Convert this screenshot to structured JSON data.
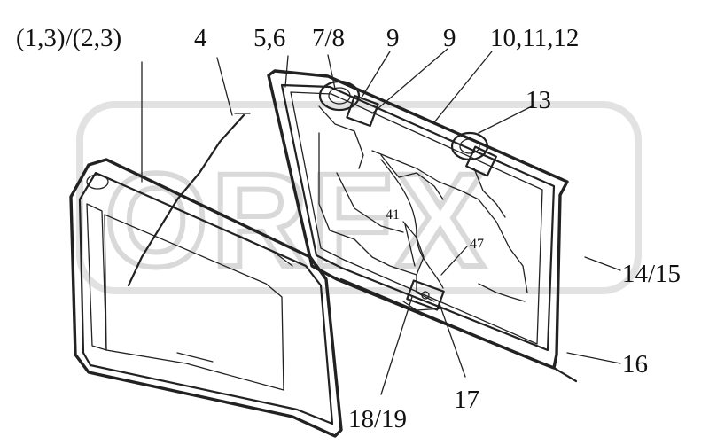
{
  "diagram": {
    "watermark": "ORFX",
    "labels": {
      "l13_23": "(1,3)/(2,3)",
      "l4": "4",
      "l56": "5,6",
      "l78": "7/8",
      "l9a": "9",
      "l9b": "9",
      "l101112": "10,11,12",
      "l13": "13",
      "l41": "41",
      "l47": "47",
      "l1415": "14/15",
      "l16": "16",
      "l17": "17",
      "l1819": "18/19"
    }
  }
}
